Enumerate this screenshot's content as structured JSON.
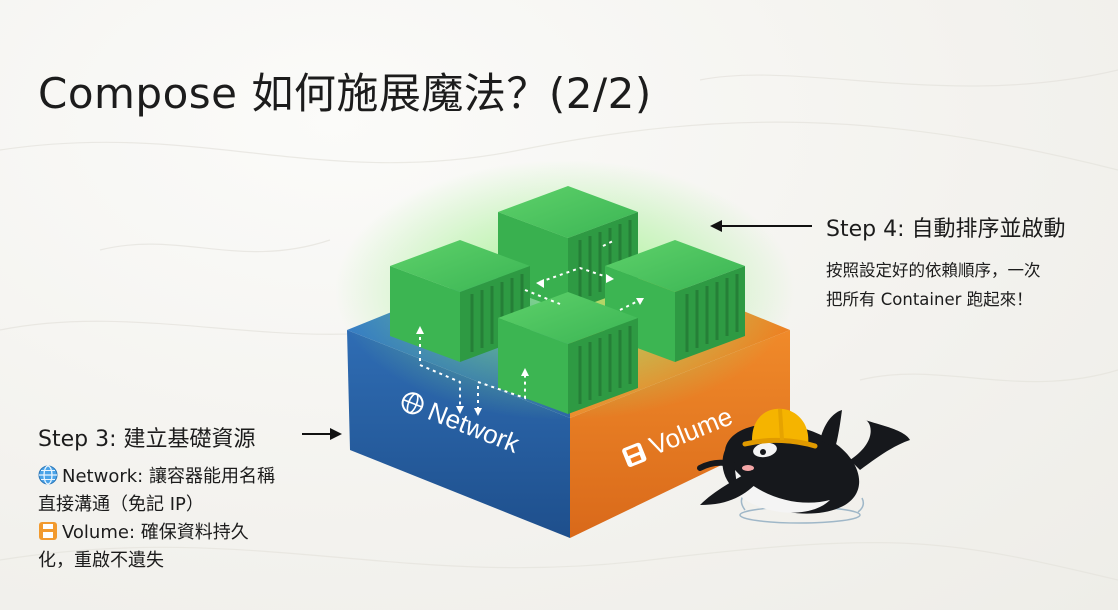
{
  "slide": {
    "title": "Compose 如何施展魔法？(2/2)"
  },
  "step4": {
    "heading": "Step 4: 自動排序並啟動",
    "line1": "按照設定好的依賴順序，一次",
    "line2": "把所有 Container 跑起來！"
  },
  "step3": {
    "heading": "Step 3: 建立基礎資源",
    "network_line1": "Network: 讓容器能用名稱",
    "network_line2": "直接溝通（免記 IP）",
    "volume_line1": "Volume: 確保資料持久",
    "volume_line2": "化，重啟不遺失"
  },
  "diagram": {
    "network_label": "Network",
    "volume_label": "Volume"
  },
  "icons": {
    "network": "globe-icon",
    "volume": "disk-icon",
    "mascot": "orca-whale-hardhat-icon"
  },
  "colors": {
    "network_blue": "#2f6fb0",
    "volume_orange": "#ee7a1e",
    "container_green": "#3fbf5a",
    "glow": "#7df07a"
  }
}
